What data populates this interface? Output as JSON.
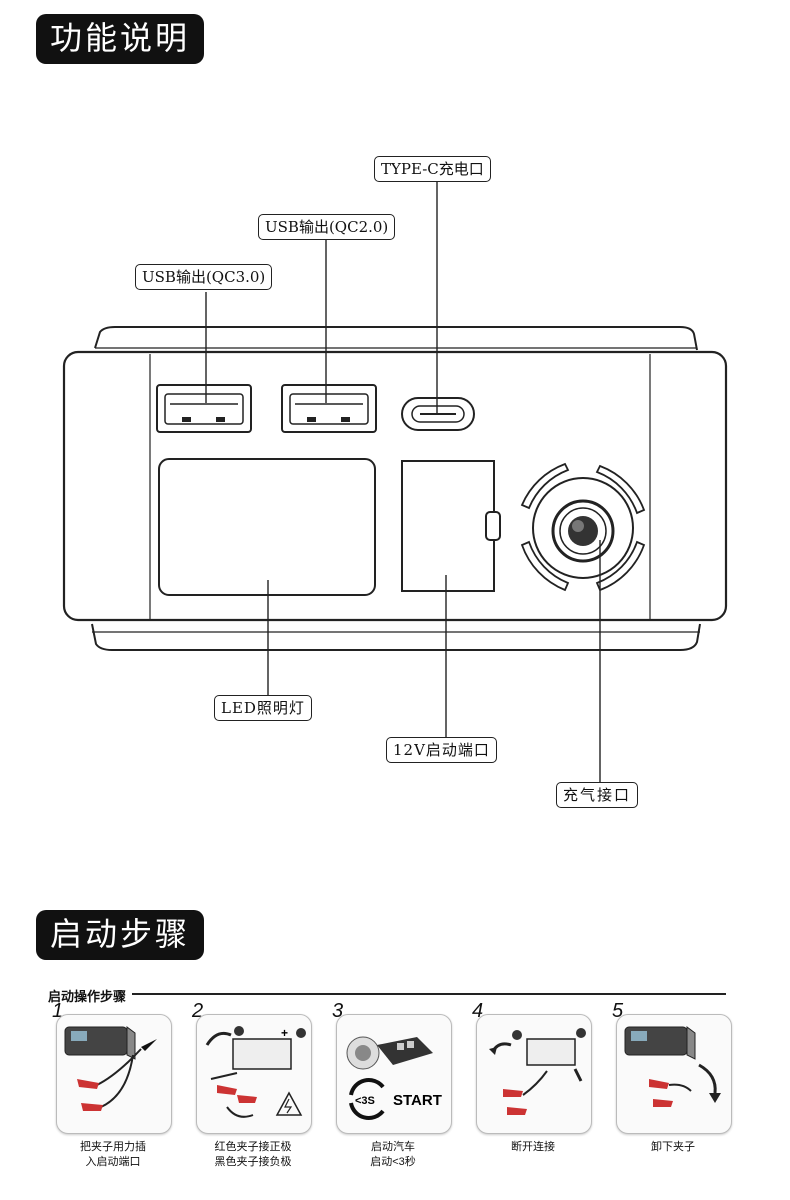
{
  "sections": {
    "features_title": "功能说明",
    "steps_title": "启动步骤"
  },
  "callouts": {
    "usb_qc30": "USB输出(QC3.0)",
    "usb_qc20": "USB输出(QC2.0)",
    "typec": "TYPE-C充电口",
    "led": "LED照明灯",
    "port12v": "12V启动端口",
    "air": "充气接口"
  },
  "steps": {
    "header": "启动操作步骤",
    "items": [
      {
        "num": "1",
        "lines": [
          "把夹子用力插",
          "入启动端口"
        ]
      },
      {
        "num": "2",
        "lines": [
          "红色夹子接正极",
          "黑色夹子接负极"
        ]
      },
      {
        "num": "3",
        "lines": [
          "启动汽车",
          "启动<3秒"
        ],
        "badge": "<3S",
        "start": "START"
      },
      {
        "num": "4",
        "lines": [
          "断开连接"
        ]
      },
      {
        "num": "5",
        "lines": [
          "卸下夹子"
        ]
      }
    ]
  },
  "colors": {
    "title_bg": "#111111",
    "line": "#222222",
    "device_fill": "#ffffff"
  }
}
